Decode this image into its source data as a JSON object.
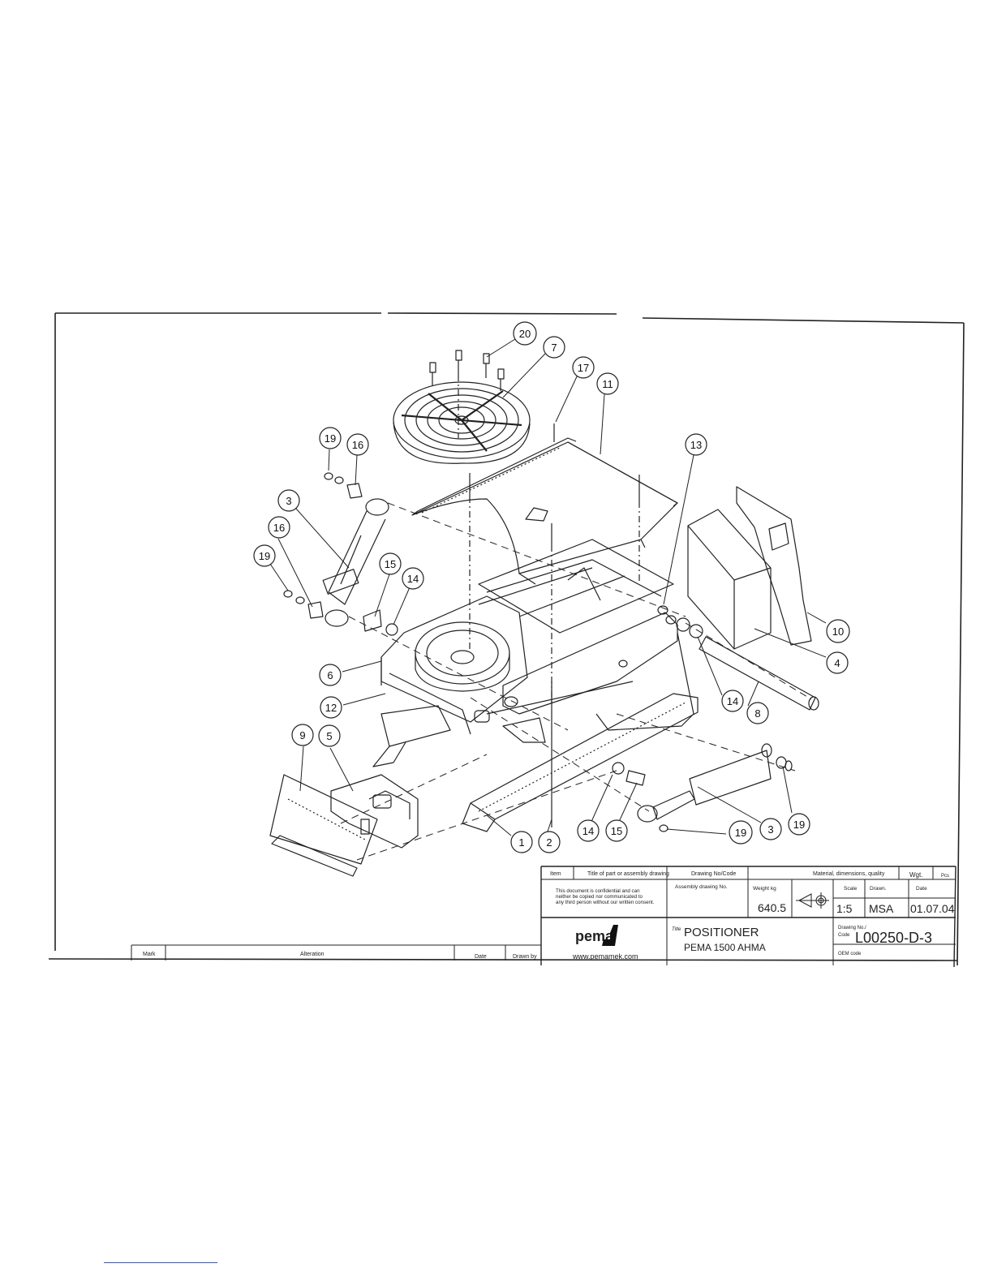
{
  "drawing": {
    "callouts": [
      "20",
      "7",
      "17",
      "11",
      "19",
      "16",
      "3",
      "16",
      "19",
      "15",
      "14",
      "13",
      "10",
      "4",
      "6",
      "12",
      "14",
      "8",
      "9",
      "5",
      "14",
      "15",
      "19",
      "3",
      "19",
      "1",
      "2"
    ]
  },
  "title_block": {
    "header": {
      "item": "Item",
      "title_of_part": "Title of part or assembly drawing",
      "drawing_no": "Drawing No/Code",
      "material": "Material, dimensions, quality",
      "wgt": "Wgt.",
      "pcs": "Pcs"
    },
    "confidential_lines": [
      "This document is confidential and can",
      "neither be copied nor communicated to",
      "any third person without our written consent."
    ],
    "assembly_drawing_no_label": "Assembly drawing No.",
    "weight_label": "Weight kg",
    "weight_value": "640.5",
    "scale_label": "Scale",
    "scale_value": "1:5",
    "drawn_label": "Drawn.",
    "drawn_value": "MSA",
    "date_label": "Date",
    "date_value": "01.07.04",
    "logo_text": "pema",
    "website": "www.pemamek.com",
    "title_label": "Title",
    "title_line1": "POSITIONER",
    "title_line2": "PEMA 1500 AHMA",
    "drawing_no_label_1": "Drawing No./",
    "drawing_no_label_2": "Code",
    "drawing_no_value": "L00250-D-3",
    "oem_code_label": "OEM code"
  },
  "revision_block": {
    "mark": "Mark",
    "alteration": "Alteration",
    "date": "Date",
    "drawn_by": "Drawn by"
  }
}
